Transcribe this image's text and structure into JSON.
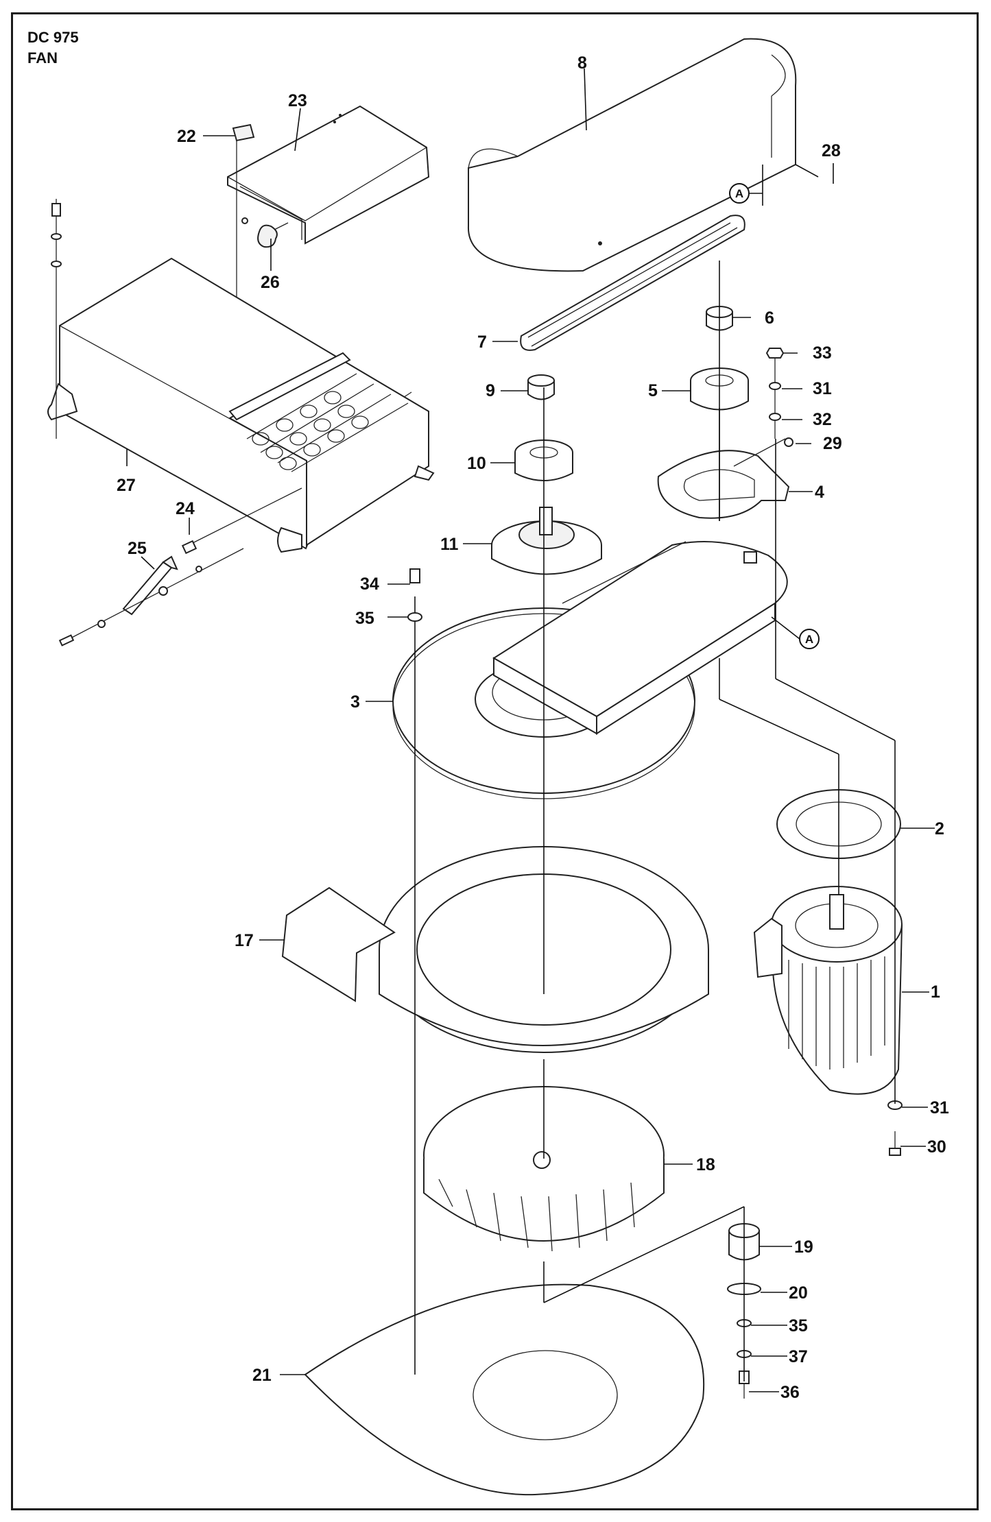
{
  "title": {
    "model": "DC 975",
    "section": "FAN"
  },
  "reference_marker": "A",
  "parts": [
    {
      "id": "8",
      "label": "8"
    },
    {
      "id": "23",
      "label": "23"
    },
    {
      "id": "22",
      "label": "22"
    },
    {
      "id": "28",
      "label": "28"
    },
    {
      "id": "26",
      "label": "26"
    },
    {
      "id": "6",
      "label": "6"
    },
    {
      "id": "7",
      "label": "7"
    },
    {
      "id": "33",
      "label": "33"
    },
    {
      "id": "9",
      "label": "9"
    },
    {
      "id": "5",
      "label": "5"
    },
    {
      "id": "31a",
      "label": "31"
    },
    {
      "id": "32",
      "label": "32"
    },
    {
      "id": "29",
      "label": "29"
    },
    {
      "id": "10",
      "label": "10"
    },
    {
      "id": "27",
      "label": "27"
    },
    {
      "id": "4",
      "label": "4"
    },
    {
      "id": "24",
      "label": "24"
    },
    {
      "id": "11",
      "label": "11"
    },
    {
      "id": "25",
      "label": "25"
    },
    {
      "id": "34",
      "label": "34"
    },
    {
      "id": "35a",
      "label": "35"
    },
    {
      "id": "3",
      "label": "3"
    },
    {
      "id": "2",
      "label": "2"
    },
    {
      "id": "17",
      "label": "17"
    },
    {
      "id": "1",
      "label": "1"
    },
    {
      "id": "31b",
      "label": "31"
    },
    {
      "id": "30",
      "label": "30"
    },
    {
      "id": "18",
      "label": "18"
    },
    {
      "id": "19",
      "label": "19"
    },
    {
      "id": "20",
      "label": "20"
    },
    {
      "id": "35b",
      "label": "35"
    },
    {
      "id": "37",
      "label": "37"
    },
    {
      "id": "21",
      "label": "21"
    },
    {
      "id": "36",
      "label": "36"
    }
  ]
}
